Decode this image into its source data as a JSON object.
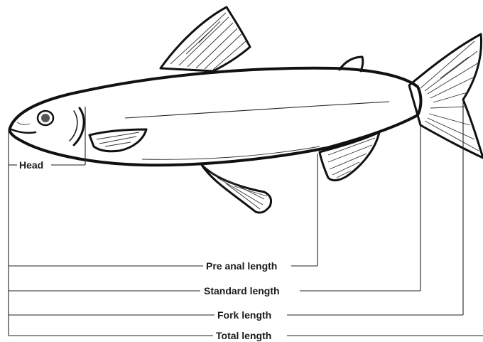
{
  "labels": {
    "head": "Head",
    "pre_anal_length": "Pre anal length",
    "standard_length": "Standard length",
    "fork_length": "Fork length",
    "total_length": "Total length"
  }
}
